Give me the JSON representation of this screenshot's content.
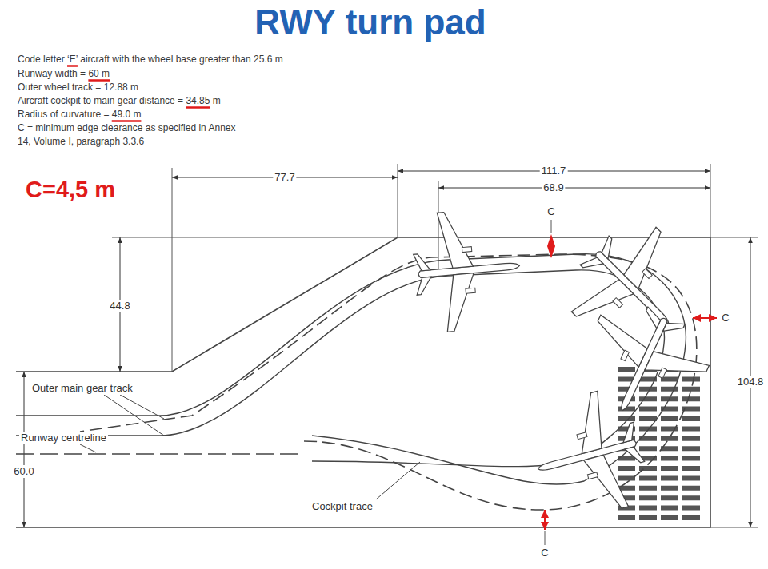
{
  "diagram": {
    "title": "RWY turn pad",
    "labels": [
      "Code letter ‘E’ aircraft with the wheel base greater than 25.6 m",
      "Runway width = 60 m",
      "Outer wheel track = 12.88 m",
      "Aircraft cockpit to main gear distance = 34.85 m",
      "Radius of curvature = 49.0 m",
      "C = minimum edge clearance as specified in Annex 14, Volume I, paragraph 3.3.6",
      "C=4,5 m",
      "77.7",
      "111.7",
      "68.9",
      "C",
      "44.8",
      "C",
      "104.8",
      "Outer main gear track",
      "Runway centreline",
      "60.0",
      "Cockpit trace",
      "C"
    ]
  }
}
